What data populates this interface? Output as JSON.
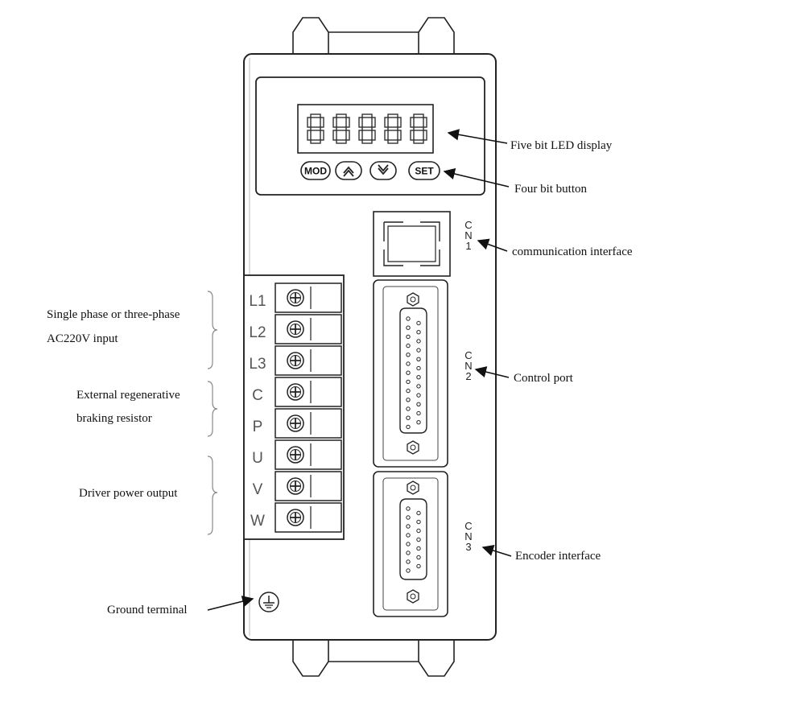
{
  "display": {
    "label": "Five bit LED display",
    "digit_count": 5
  },
  "buttons": [
    {
      "id": "mod",
      "label": "MOD"
    },
    {
      "id": "up",
      "label": "up",
      "icon": "chevron-up-icon"
    },
    {
      "id": "down",
      "label": "down",
      "icon": "chevron-down-icon"
    },
    {
      "id": "set",
      "label": "SET"
    }
  ],
  "buttons_label": "Four bit button",
  "terminals": [
    "L1",
    "L2",
    "L3",
    "C",
    "P",
    "U",
    "V",
    "W"
  ],
  "groups": {
    "input": [
      "Single phase or three-phase",
      "AC220V input"
    ],
    "brake": [
      "External regenerative",
      "braking resistor"
    ],
    "output": [
      "Driver power output"
    ]
  },
  "ports": {
    "cn1": {
      "code": "CN1",
      "label": "communication interface"
    },
    "cn2": {
      "code": "CN2",
      "label": "Control port"
    },
    "cn3": {
      "code": "CN3",
      "label": "Encoder interface"
    }
  },
  "ground": {
    "label": "Ground terminal",
    "icon": "ground-icon"
  },
  "colors": {
    "line": "#222222",
    "background": "#ffffff"
  }
}
